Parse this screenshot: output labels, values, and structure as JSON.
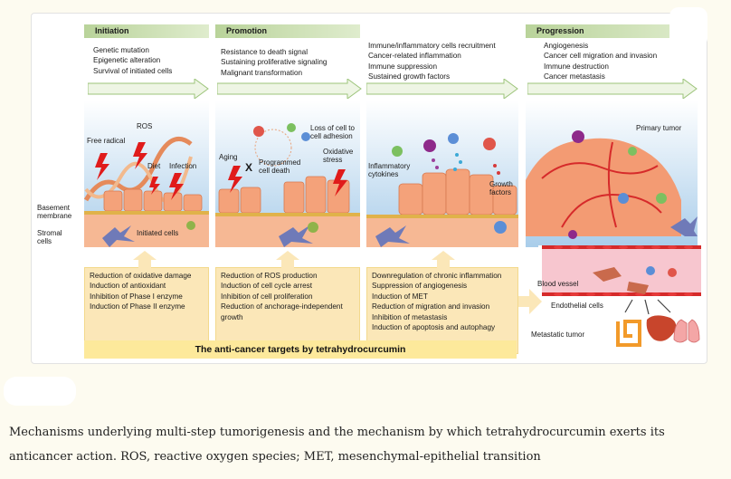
{
  "figure": {
    "stages": [
      {
        "title": "Initiation",
        "items": [
          "Genetic mutation",
          "Epigenetic alteration",
          "Survival of initiated cells"
        ]
      },
      {
        "title": "Promotion",
        "items": [
          "Resistance to death signal",
          "Sustaining proliferative signaling",
          "Malignant transformation"
        ]
      },
      {
        "title": "",
        "items": [
          "Immune/inflammatory cells recruitment",
          "Cancer-related inflammation",
          "Immune suppression",
          "Sustained growth factors"
        ]
      },
      {
        "title": "Progression",
        "items": [
          "Angiogenesis",
          "Cancer cell migration and invasion",
          "Immune destruction",
          "Cancer metastasis"
        ]
      }
    ],
    "labels": {
      "ros": "ROS",
      "free_radical": "Free radical",
      "diet": "Diet",
      "infection": "Infection",
      "basement_membrane_1": "Basement",
      "basement_membrane_2": "membrane",
      "stromal_cells_1": "Stromal",
      "stromal_cells_2": "cells",
      "initiated_cells": "Initiated cells",
      "aging": "Aging",
      "x_mark": "X",
      "programmed_1": "Programmed",
      "programmed_2": "cell death",
      "loss_adhesion_1": "Loss of cell to",
      "loss_adhesion_2": "cell adhesion",
      "oxidative_1": "Oxidative",
      "oxidative_2": "stress",
      "inflammatory_1": "Inflammatory",
      "inflammatory_2": "cytokines",
      "growth_1": "Growth",
      "growth_2": "factors",
      "primary_tumor": "Primary tumor",
      "blood_vessel": "Blood vessel",
      "endothelial_cells": "Endothelial cells",
      "metastatic_tumor": "Metastatic tumor"
    },
    "targets": [
      [
        "Reduction of oxidative damage",
        "Induction of antioxidant",
        "Inhibition of Phase I enzyme",
        "Induction of Phase II enzyme"
      ],
      [
        "Reduction of ROS production",
        "Induction of cell cycle arrest",
        "Inhibition of cell proliferation",
        "Reduction of anchorage-independent",
        "growth"
      ],
      [
        "Downregulation of chronic inflammation",
        "Suppression of angiogenesis",
        "Induction of MET",
        "Reduction of migration and invasion",
        "Inhibition of metastasis",
        "Induction of apoptosis and autophagy"
      ]
    ],
    "banner": "The anti-cancer targets by tetrahydrocurcumin"
  },
  "caption": {
    "line1": "Mechanisms underlying multi-step tumorigenesis and the mechanism by which tetrahydrocurcumin exerts its",
    "line2": "anticancer action. ROS, reactive oxygen species; MET, mesenchymal-epithelial transition"
  },
  "colors": {
    "stage_header": "#b9d39a",
    "target_box": "#fbe7b8",
    "banner": "#fde99b",
    "tissue": "#f2a37e",
    "sky": "#a9cdea",
    "vessel_red": "#d62a2a",
    "lightning": "#e01b1b"
  }
}
